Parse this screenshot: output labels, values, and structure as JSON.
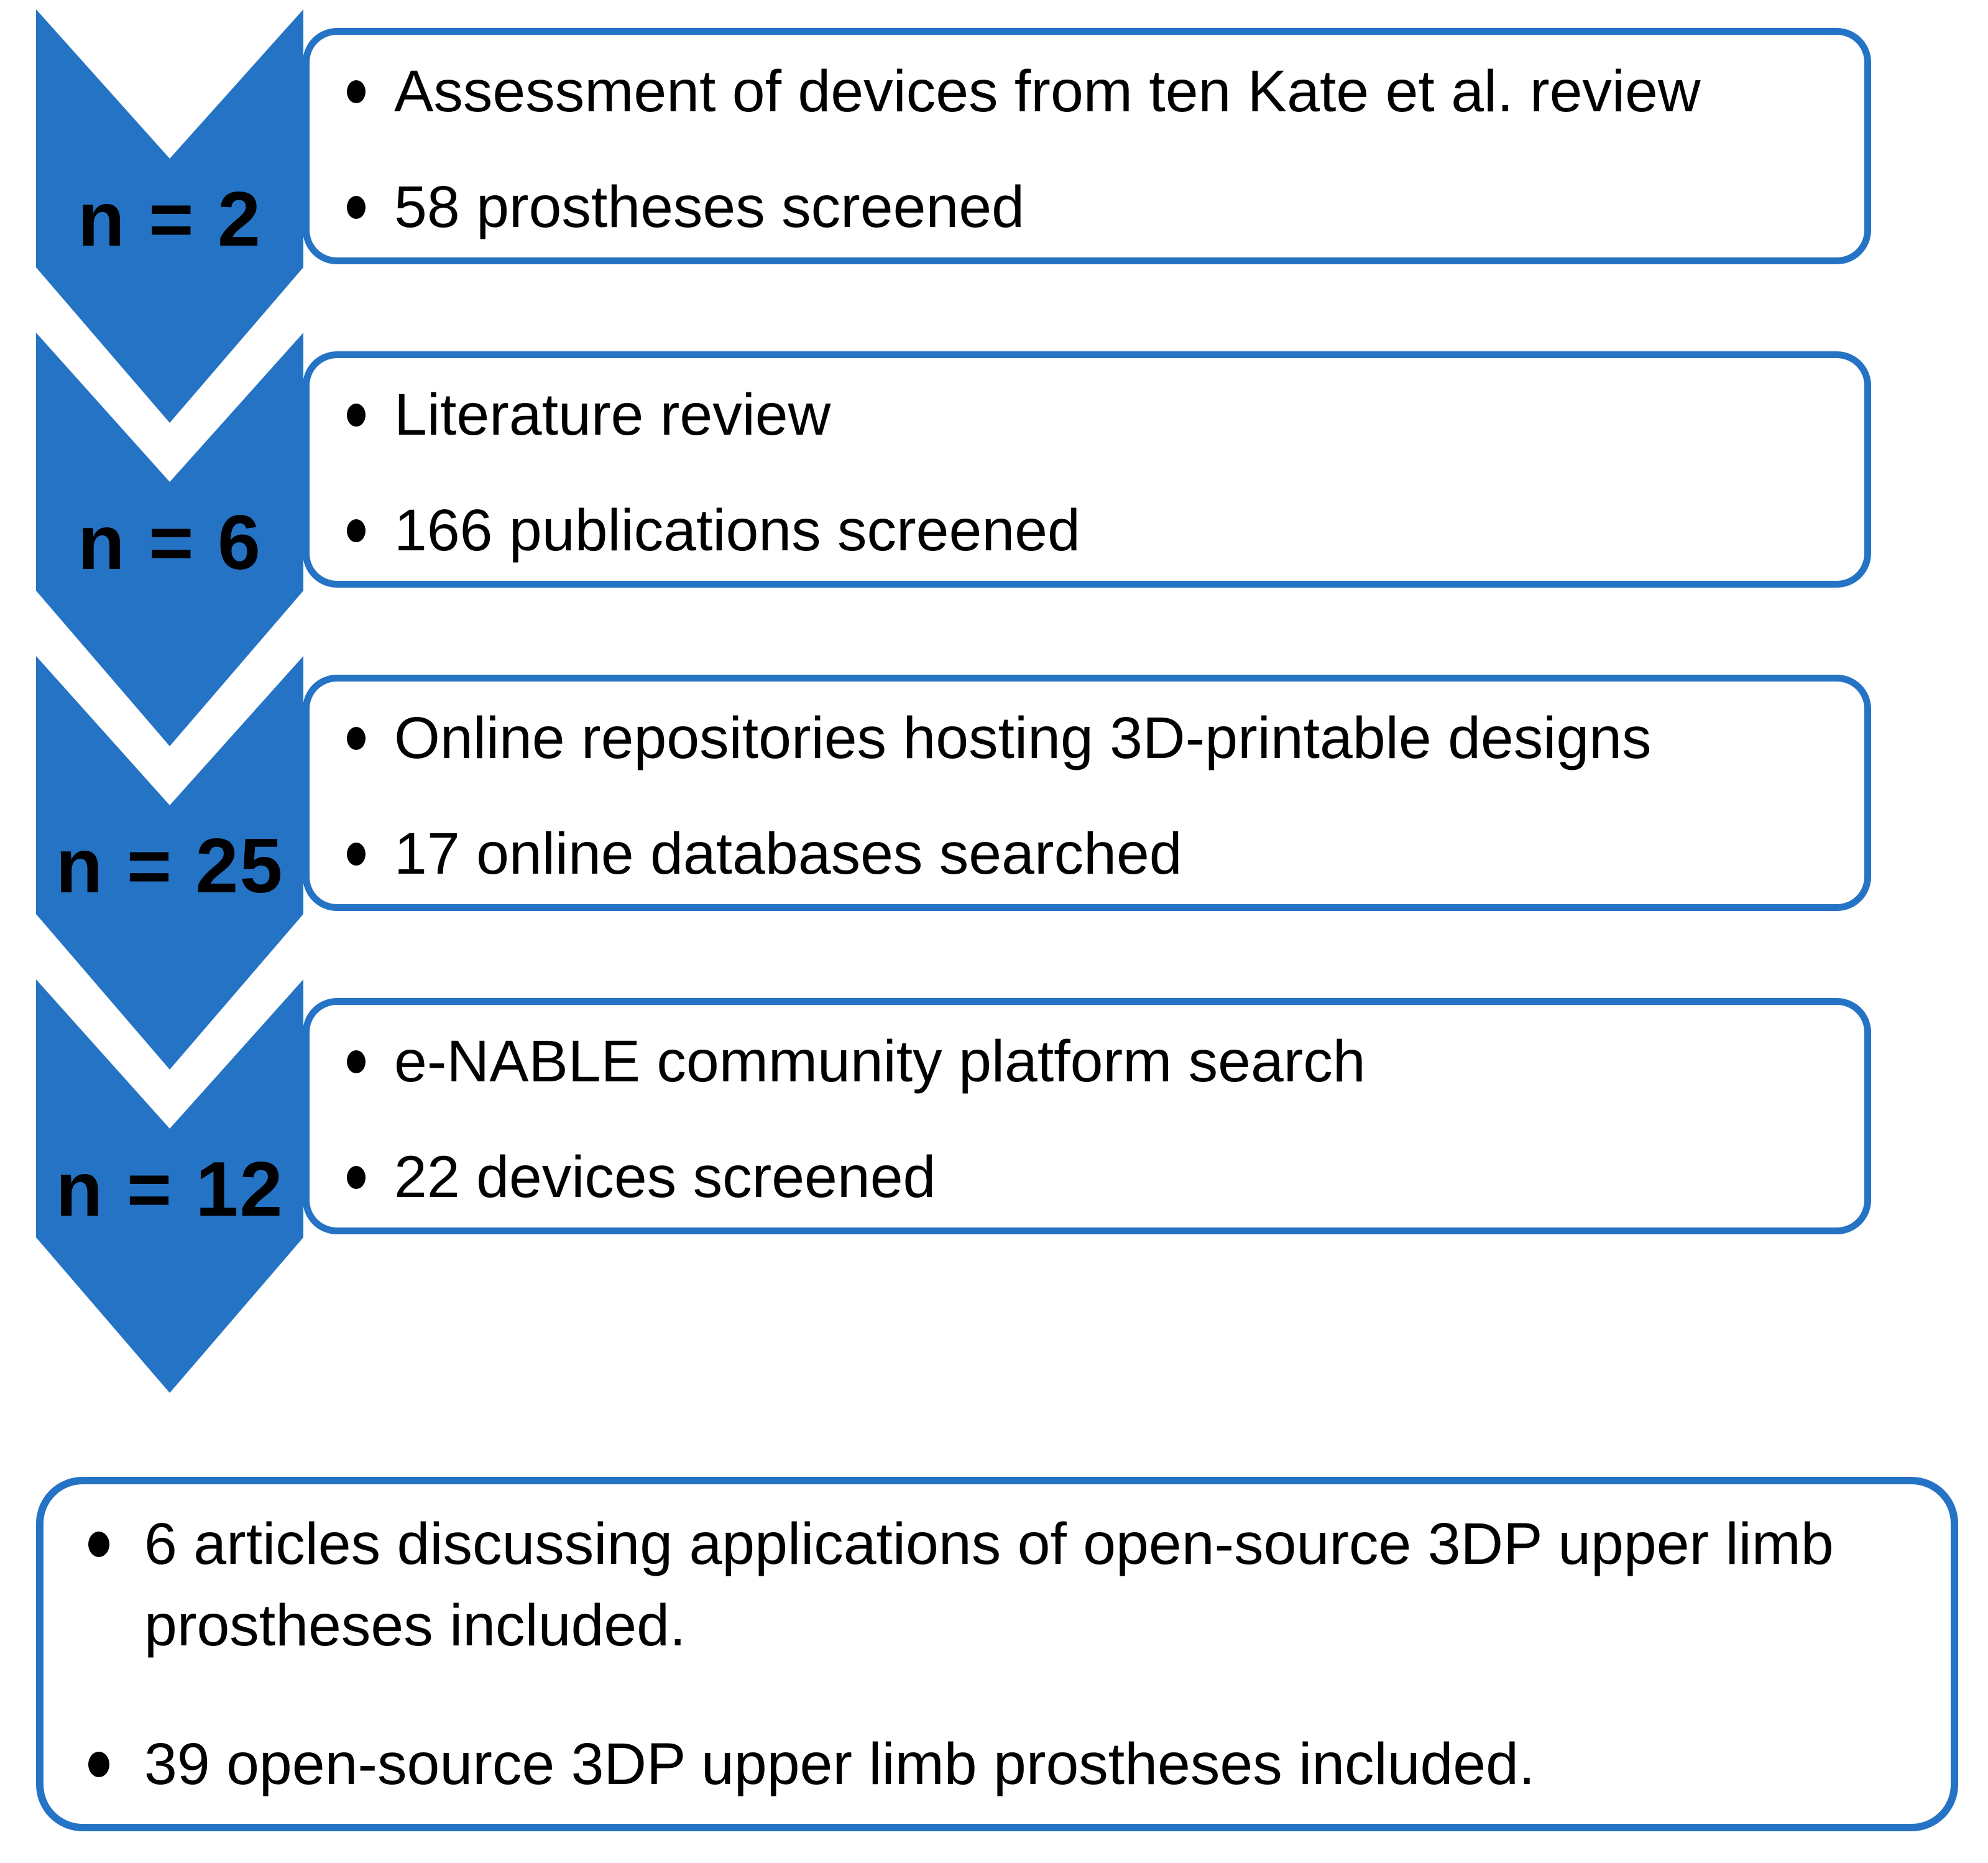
{
  "colors": {
    "accent": "#2573C4",
    "text": "#000000",
    "background": "#FFFFFF"
  },
  "steps": [
    {
      "label": "n = 2",
      "bullets": [
        "Assessment of devices from ten Kate et al. review",
        "58 prostheses screened"
      ]
    },
    {
      "label": "n = 6",
      "bullets": [
        "Literature review",
        "166 publications screened"
      ]
    },
    {
      "label": "n = 25",
      "bullets": [
        "Online repositories hosting 3D-printable designs",
        "17 online databases searched"
      ]
    },
    {
      "label": "n = 12",
      "bullets": [
        "e-NABLE community platform search",
        "22 devices screened"
      ]
    }
  ],
  "results": {
    "bullets": [
      "6 articles discussing applications of open-source 3DP upper limb prostheses included.",
      "39 open-source 3DP upper limb prostheses included."
    ]
  }
}
